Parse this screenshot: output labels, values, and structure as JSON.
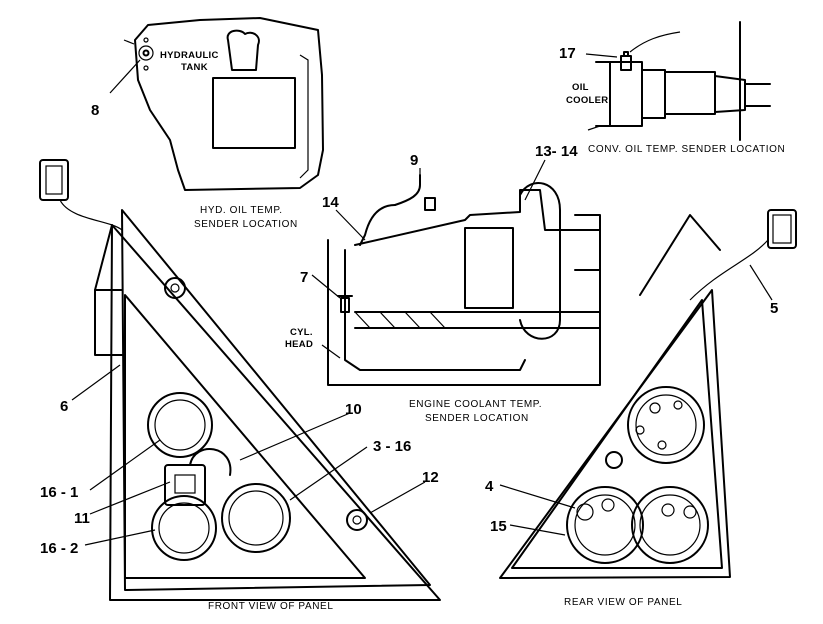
{
  "callouts": {
    "c8": "8",
    "c17": "17",
    "c9": "9",
    "c13_14": "13- 14",
    "c14": "14",
    "c7": "7",
    "c5": "5",
    "c6": "6",
    "c10": "10",
    "c3_16": "3 - 16",
    "c12": "12",
    "c16_1": "16 - 1",
    "c11": "11",
    "c16_2": "16 - 2",
    "c4": "4",
    "c15": "15"
  },
  "labels": {
    "hydraulic": "HYDRAULIC",
    "tank": "TANK",
    "oil": "OIL",
    "cooler": "COOLER",
    "cyl": "CYL.",
    "head": "HEAD"
  },
  "captions": {
    "hyd_line1": "HYD. OIL TEMP.",
    "hyd_line2": "SENDER LOCATION",
    "conv": "CONV. OIL TEMP. SENDER LOCATION",
    "engine_line1": "ENGINE COOLANT TEMP.",
    "engine_line2": "SENDER LOCATION",
    "front": "FRONT VIEW OF PANEL",
    "rear": "REAR VIEW OF PANEL"
  }
}
